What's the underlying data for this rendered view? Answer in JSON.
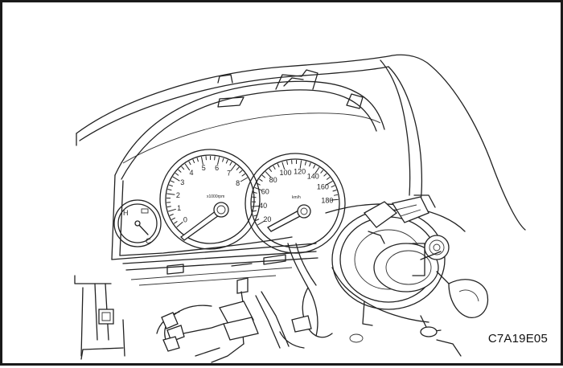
{
  "figure": {
    "reference_code": "C7A19E05",
    "tachometer": {
      "unit_label": "x1000rpm",
      "scale": [
        "0",
        "1",
        "2",
        "3",
        "4",
        "5",
        "6",
        "7",
        "8"
      ]
    },
    "speedometer": {
      "unit_label": "km/h",
      "scale": [
        "20",
        "40",
        "60",
        "80",
        "100",
        "120",
        "140",
        "160",
        "180"
      ]
    },
    "temperature_gauge": {
      "label_high": "H",
      "label_low": "C"
    }
  }
}
